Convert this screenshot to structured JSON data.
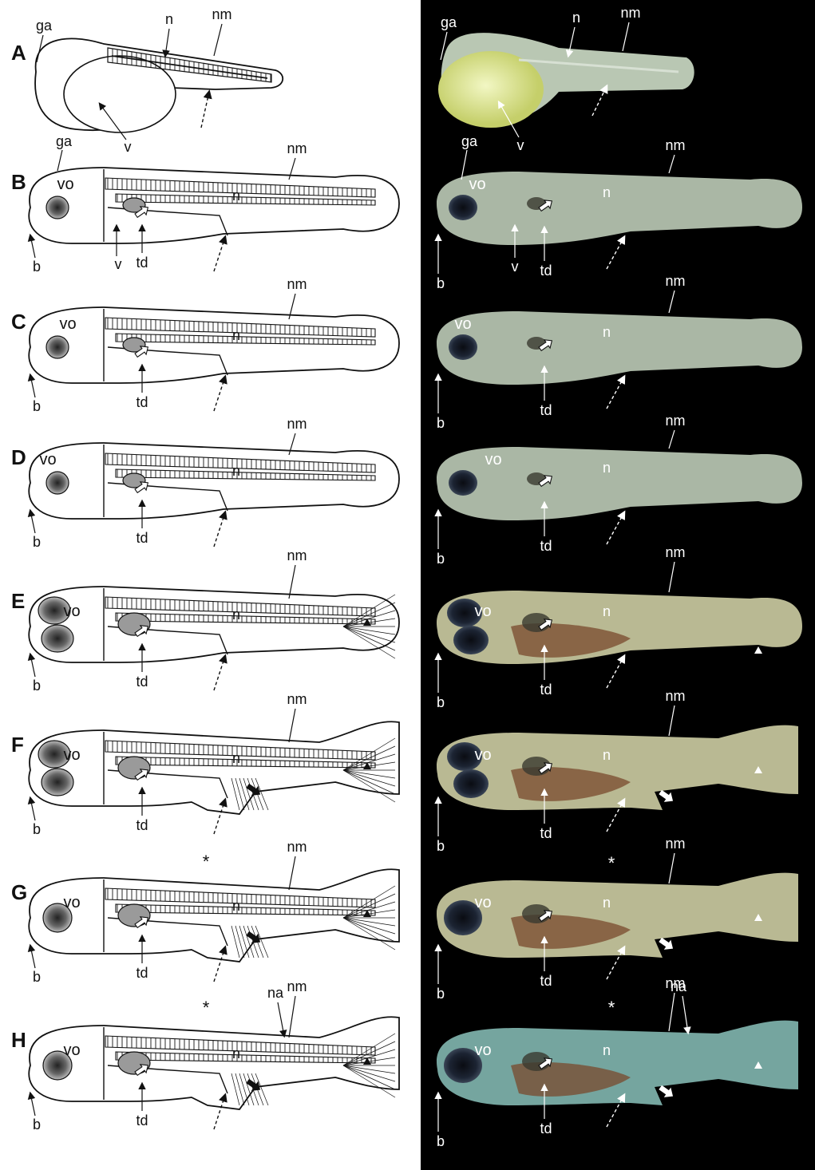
{
  "figure": {
    "panels": [
      {
        "id": "A",
        "letter": "A",
        "left_labels": [
          {
            "k": "ga",
            "t": "ga"
          },
          {
            "k": "n",
            "t": "n"
          },
          {
            "k": "nm",
            "t": "nm"
          },
          {
            "k": "v",
            "t": "v"
          }
        ],
        "right_labels": [
          {
            "k": "ga",
            "t": "ga"
          },
          {
            "k": "n",
            "t": "n"
          },
          {
            "k": "nm",
            "t": "nm"
          },
          {
            "k": "v",
            "t": "v"
          }
        ]
      },
      {
        "id": "B",
        "letter": "B",
        "left_labels": [
          {
            "k": "ga",
            "t": "ga"
          },
          {
            "k": "vo",
            "t": "vo"
          },
          {
            "k": "n",
            "t": "n"
          },
          {
            "k": "nm",
            "t": "nm"
          },
          {
            "k": "b",
            "t": "b"
          },
          {
            "k": "v",
            "t": "v"
          },
          {
            "k": "td",
            "t": "td"
          }
        ],
        "right_labels": [
          {
            "k": "ga",
            "t": "ga"
          },
          {
            "k": "vo",
            "t": "vo"
          },
          {
            "k": "n",
            "t": "n"
          },
          {
            "k": "nm",
            "t": "nm"
          },
          {
            "k": "b",
            "t": "b"
          },
          {
            "k": "v",
            "t": "v"
          },
          {
            "k": "td",
            "t": "td"
          }
        ]
      },
      {
        "id": "C",
        "letter": "C",
        "left_labels": [
          {
            "k": "vo",
            "t": "vo"
          },
          {
            "k": "n",
            "t": "n"
          },
          {
            "k": "nm",
            "t": "nm"
          },
          {
            "k": "b",
            "t": "b"
          },
          {
            "k": "td",
            "t": "td"
          }
        ],
        "right_labels": [
          {
            "k": "vo",
            "t": "vo"
          },
          {
            "k": "n",
            "t": "n"
          },
          {
            "k": "nm",
            "t": "nm"
          },
          {
            "k": "b",
            "t": "b"
          },
          {
            "k": "td",
            "t": "td"
          }
        ]
      },
      {
        "id": "D",
        "letter": "D",
        "left_labels": [
          {
            "k": "vo",
            "t": "vo"
          },
          {
            "k": "n",
            "t": "n"
          },
          {
            "k": "nm",
            "t": "nm"
          },
          {
            "k": "b",
            "t": "b"
          },
          {
            "k": "td",
            "t": "td"
          }
        ],
        "right_labels": [
          {
            "k": "vo",
            "t": "vo"
          },
          {
            "k": "n",
            "t": "n"
          },
          {
            "k": "nm",
            "t": "nm"
          },
          {
            "k": "b",
            "t": "b"
          },
          {
            "k": "td",
            "t": "td"
          }
        ]
      },
      {
        "id": "E",
        "letter": "E",
        "left_labels": [
          {
            "k": "vo",
            "t": "vo"
          },
          {
            "k": "n",
            "t": "n"
          },
          {
            "k": "nm",
            "t": "nm"
          },
          {
            "k": "b",
            "t": "b"
          },
          {
            "k": "td",
            "t": "td"
          }
        ],
        "right_labels": [
          {
            "k": "vo",
            "t": "vo"
          },
          {
            "k": "n",
            "t": "n"
          },
          {
            "k": "nm",
            "t": "nm"
          },
          {
            "k": "b",
            "t": "b"
          },
          {
            "k": "td",
            "t": "td"
          }
        ]
      },
      {
        "id": "F",
        "letter": "F",
        "left_labels": [
          {
            "k": "vo",
            "t": "vo"
          },
          {
            "k": "n",
            "t": "n"
          },
          {
            "k": "nm",
            "t": "nm"
          },
          {
            "k": "b",
            "t": "b"
          },
          {
            "k": "td",
            "t": "td"
          }
        ],
        "right_labels": [
          {
            "k": "vo",
            "t": "vo"
          },
          {
            "k": "n",
            "t": "n"
          },
          {
            "k": "nm",
            "t": "nm"
          },
          {
            "k": "b",
            "t": "b"
          },
          {
            "k": "td",
            "t": "td"
          }
        ]
      },
      {
        "id": "G",
        "letter": "G",
        "left_labels": [
          {
            "k": "vo",
            "t": "vo"
          },
          {
            "k": "n",
            "t": "n"
          },
          {
            "k": "nm",
            "t": "nm"
          },
          {
            "k": "b",
            "t": "b"
          },
          {
            "k": "td",
            "t": "td"
          },
          {
            "k": "star",
            "t": "*"
          }
        ],
        "right_labels": [
          {
            "k": "vo",
            "t": "vo"
          },
          {
            "k": "n",
            "t": "n"
          },
          {
            "k": "nm",
            "t": "nm"
          },
          {
            "k": "b",
            "t": "b"
          },
          {
            "k": "td",
            "t": "td"
          },
          {
            "k": "star",
            "t": "*"
          }
        ]
      },
      {
        "id": "H",
        "letter": "H",
        "left_labels": [
          {
            "k": "vo",
            "t": "vo"
          },
          {
            "k": "n",
            "t": "n"
          },
          {
            "k": "na",
            "t": "na"
          },
          {
            "k": "nm",
            "t": "nm"
          },
          {
            "k": "b",
            "t": "b"
          },
          {
            "k": "td",
            "t": "td"
          },
          {
            "k": "star",
            "t": "*"
          }
        ],
        "right_labels": [
          {
            "k": "vo",
            "t": "vo"
          },
          {
            "k": "n",
            "t": "n"
          },
          {
            "k": "na",
            "t": "na"
          },
          {
            "k": "nm",
            "t": "nm"
          },
          {
            "k": "b",
            "t": "b"
          },
          {
            "k": "td",
            "t": "td"
          },
          {
            "k": "star",
            "t": "*"
          }
        ]
      }
    ],
    "colors": {
      "drawing_stroke": "#111111",
      "photo_background": "#000000",
      "photo_label": "#ffffff",
      "larva_tint_early": "#b9c7b3",
      "yolk_tint": "#e6eea0",
      "larva_tint_late": "#7fb3ac",
      "gut_tint": "#7a4a2c"
    }
  }
}
